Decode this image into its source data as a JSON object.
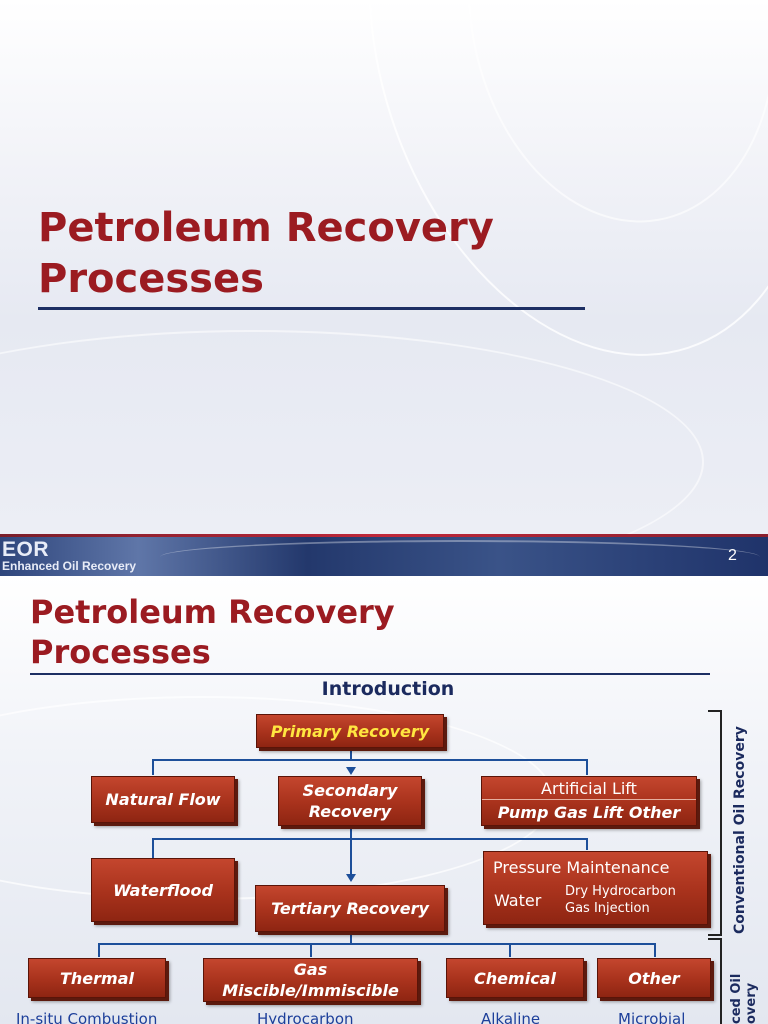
{
  "slide1": {
    "title_line1": "Petroleum Recovery",
    "title_line2": "Processes"
  },
  "footer": {
    "logo": "EOR",
    "logo_tagline": "Enhanced Oil Recovery",
    "page_number": "2"
  },
  "slide2": {
    "title_line1": "Petroleum Recovery",
    "title_line2": "Processes",
    "subtitle": "Introduction",
    "boxes": {
      "primary": "Primary Recovery",
      "natural_flow": "Natural Flow",
      "secondary_line1": "Secondary",
      "secondary_line2": "Recovery",
      "artificial_lift": "Artificial Lift",
      "artificial_lift_methods": "Pump Gas Lift Other",
      "waterflood": "Waterflood",
      "pressure_maintenance": "Pressure Maintenance",
      "pm_water": "Water",
      "pm_gas_line1": "Dry Hydrocarbon",
      "pm_gas_line2": "Gas Injection",
      "tertiary": "Tertiary Recovery",
      "thermal": "Thermal",
      "gas_line1": "Gas",
      "gas_line2": "Miscible/Immiscible",
      "chemical": "Chemical",
      "other": "Other"
    },
    "sublabels": {
      "thermal": "In-situ Combustion",
      "gas": "Hydrocarbon",
      "chemical": "Alkaline",
      "other": "Microbial"
    },
    "side_labels": {
      "conventional": "Conventional Oil Recovery",
      "enhanced_line1": "ced Oil",
      "enhanced_line2": "overy"
    }
  },
  "colors": {
    "title_red": "#9b1b21",
    "navy": "#1d2f63",
    "box_red": "#a8321c",
    "connector_blue": "#1d4f9a",
    "primary_text_yellow": "#ffe640"
  }
}
